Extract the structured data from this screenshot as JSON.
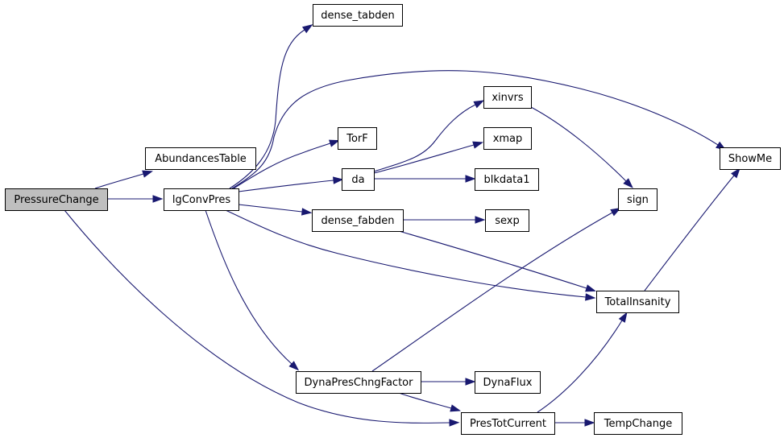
{
  "diagram": {
    "type": "call-graph",
    "colors": {
      "edge": "#191970",
      "node_fill": "#ffffff",
      "root_fill": "#bfbfbf",
      "border": "#000000"
    },
    "nodes": [
      {
        "id": "PressureChange",
        "label": "PressureChange",
        "root": true
      },
      {
        "id": "AbundancesTable",
        "label": "AbundancesTable"
      },
      {
        "id": "lgConvPres",
        "label": "lgConvPres"
      },
      {
        "id": "dense_tabden",
        "label": "dense_tabden"
      },
      {
        "id": "TorF",
        "label": "TorF"
      },
      {
        "id": "da",
        "label": "da"
      },
      {
        "id": "dense_fabden",
        "label": "dense_fabden"
      },
      {
        "id": "xinvrs",
        "label": "xinvrs"
      },
      {
        "id": "xmap",
        "label": "xmap"
      },
      {
        "id": "blkdata1",
        "label": "blkdata1"
      },
      {
        "id": "sexp",
        "label": "sexp"
      },
      {
        "id": "sign",
        "label": "sign"
      },
      {
        "id": "ShowMe",
        "label": "ShowMe"
      },
      {
        "id": "TotalInsanity",
        "label": "TotalInsanity"
      },
      {
        "id": "DynaPresChngFactor",
        "label": "DynaPresChngFactor"
      },
      {
        "id": "DynaFlux",
        "label": "DynaFlux"
      },
      {
        "id": "PresTotCurrent",
        "label": "PresTotCurrent"
      },
      {
        "id": "TempChange",
        "label": "TempChange"
      }
    ],
    "edges": [
      {
        "from": "PressureChange",
        "to": "AbundancesTable"
      },
      {
        "from": "PressureChange",
        "to": "lgConvPres"
      },
      {
        "from": "PressureChange",
        "to": "PresTotCurrent"
      },
      {
        "from": "lgConvPres",
        "to": "dense_tabden"
      },
      {
        "from": "lgConvPres",
        "to": "ShowMe"
      },
      {
        "from": "lgConvPres",
        "to": "TorF"
      },
      {
        "from": "lgConvPres",
        "to": "da"
      },
      {
        "from": "lgConvPres",
        "to": "dense_fabden"
      },
      {
        "from": "lgConvPres",
        "to": "TotalInsanity"
      },
      {
        "from": "lgConvPres",
        "to": "DynaPresChngFactor"
      },
      {
        "from": "da",
        "to": "xinvrs"
      },
      {
        "from": "da",
        "to": "xmap"
      },
      {
        "from": "da",
        "to": "blkdata1"
      },
      {
        "from": "xinvrs",
        "to": "sign"
      },
      {
        "from": "dense_fabden",
        "to": "sexp"
      },
      {
        "from": "dense_fabden",
        "to": "TotalInsanity"
      },
      {
        "from": "TotalInsanity",
        "to": "ShowMe"
      },
      {
        "from": "DynaPresChngFactor",
        "to": "sign"
      },
      {
        "from": "DynaPresChngFactor",
        "to": "DynaFlux"
      },
      {
        "from": "DynaPresChngFactor",
        "to": "PresTotCurrent"
      },
      {
        "from": "PresTotCurrent",
        "to": "TotalInsanity"
      },
      {
        "from": "PresTotCurrent",
        "to": "TempChange"
      }
    ]
  }
}
